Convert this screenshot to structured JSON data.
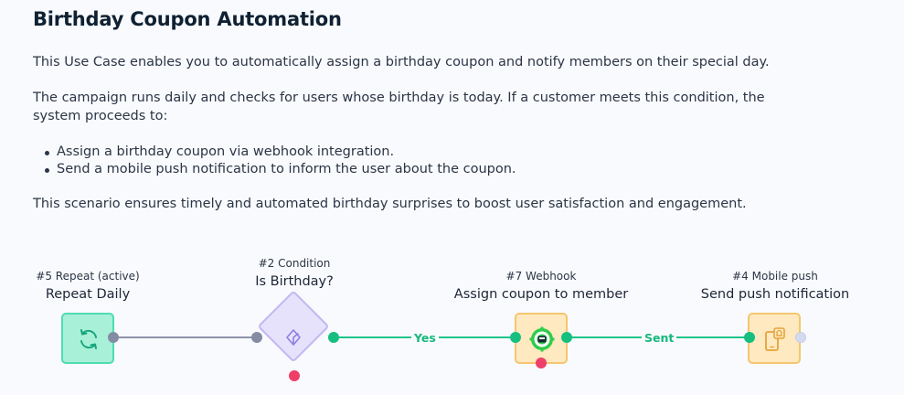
{
  "page": {
    "title": "Birthday Coupon Automation",
    "intro": "This Use Case enables you to automatically assign a birthday coupon and notify members on their special day.",
    "description": "The campaign runs daily and checks for users whose birthday is today. If a customer meets this condition, the system proceeds to:",
    "steps": [
      "Assign a birthday coupon via webhook integration.",
      "Send a mobile push notification to inform the user about the coupon."
    ],
    "summary": "This scenario ensures timely and automated birthday surprises to boost user satisfaction and engagement."
  },
  "flow": {
    "nodes": [
      {
        "sub": "#5 Repeat (active)",
        "name": "Repeat Daily",
        "icon": "refresh-icon"
      },
      {
        "sub": "#2 Condition",
        "name": "Is Birthday?",
        "icon": "split-condition-icon"
      },
      {
        "sub": "#7 Webhook",
        "name": "Assign coupon to member",
        "icon": "webhook-icon"
      },
      {
        "sub": "#4 Mobile push",
        "name": "Send push notification",
        "icon": "mobile-push-icon"
      }
    ],
    "edges": [
      {
        "label": "Yes"
      },
      {
        "label": "Sent"
      }
    ]
  },
  "colors": {
    "repeat": "#a8f0d8",
    "condition": "#e6e2fb",
    "action": "#ffe9c0",
    "success_edge": "#1dc487",
    "failure_port": "#ee3f68"
  }
}
